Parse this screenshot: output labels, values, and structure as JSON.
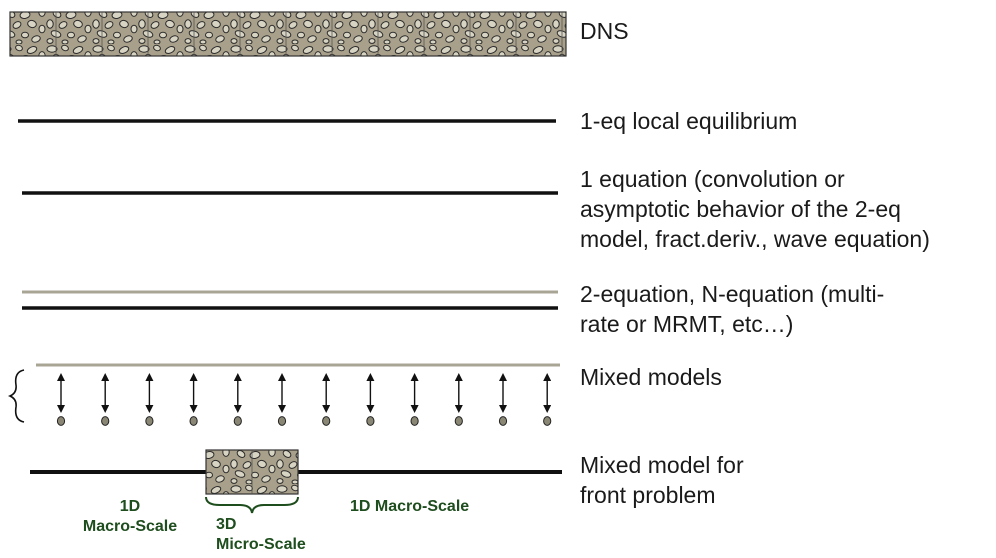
{
  "labels": {
    "dns": "DNS",
    "local_equilibrium": "1-eq local equilibrium",
    "one_equation": "1 equation (convolution or\nasymptotic behavior of the 2-eq\nmodel, fract.deriv., wave equation)",
    "two_equation": "2-equation, N-equation (multi-\nrate or MRMT, etc…)",
    "mixed_models": "Mixed models",
    "mixed_front": "Mixed model for\nfront problem"
  },
  "scale_labels": {
    "left_macro": "1D\nMacro-Scale",
    "micro": "3D\nMicro-Scale",
    "right_macro": "1D Macro-Scale"
  },
  "colors": {
    "line_dark": "#111111",
    "line_gray": "#a9a594",
    "pore_cell": "#a8a08a",
    "grain": "#d8d4c4",
    "scale_text": "#1e4d1e"
  }
}
